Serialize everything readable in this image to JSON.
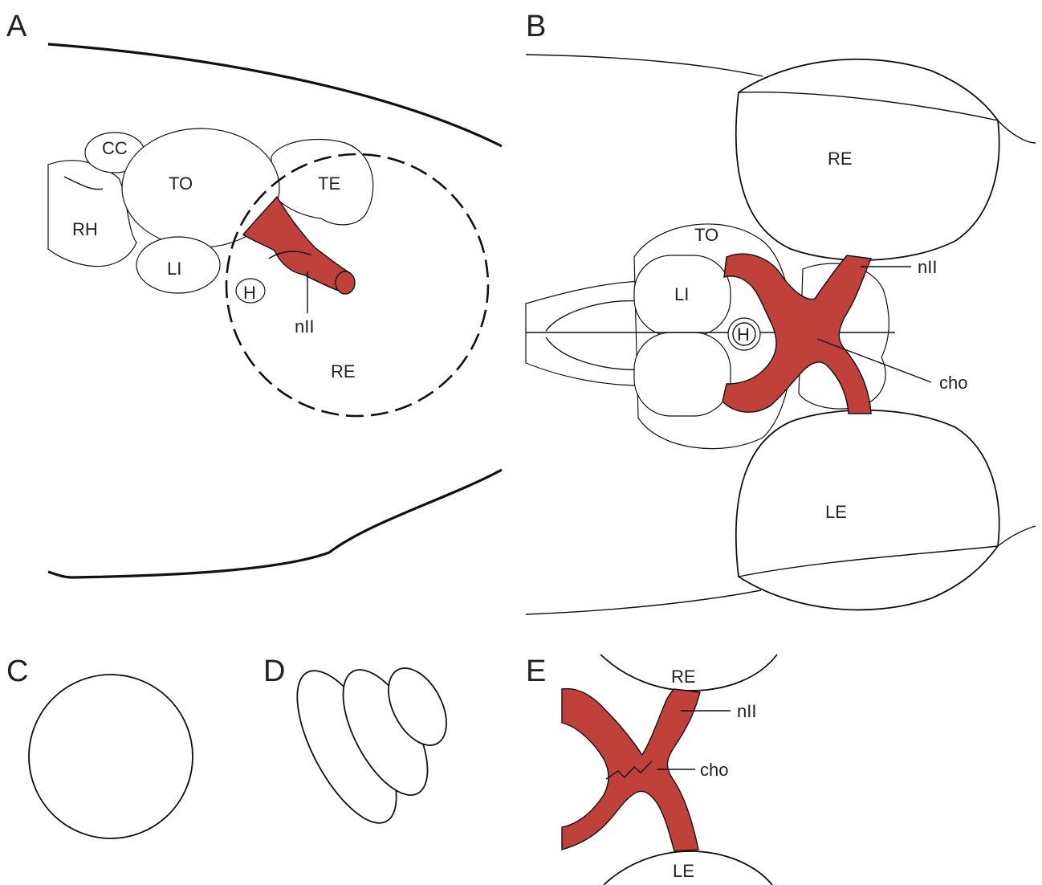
{
  "panels": {
    "a": {
      "label": "A",
      "structures": {
        "cc": "CC",
        "to": "TO",
        "te": "TE",
        "rh": "RH",
        "li": "LI",
        "h": "H",
        "nii": "nII",
        "re": "RE"
      }
    },
    "b": {
      "label": "B",
      "structures": {
        "re": "RE",
        "to": "TO",
        "li": "LI",
        "h": "H",
        "nii": "nII",
        "cho": "cho",
        "le": "LE"
      }
    },
    "c": {
      "label": "C"
    },
    "d": {
      "label": "D"
    },
    "e": {
      "label": "E",
      "structures": {
        "re": "RE",
        "nii": "nII",
        "cho": "cho",
        "le": "LE"
      }
    }
  },
  "colors": {
    "optic_nerve": "#c0403a",
    "outline": "#111111"
  }
}
